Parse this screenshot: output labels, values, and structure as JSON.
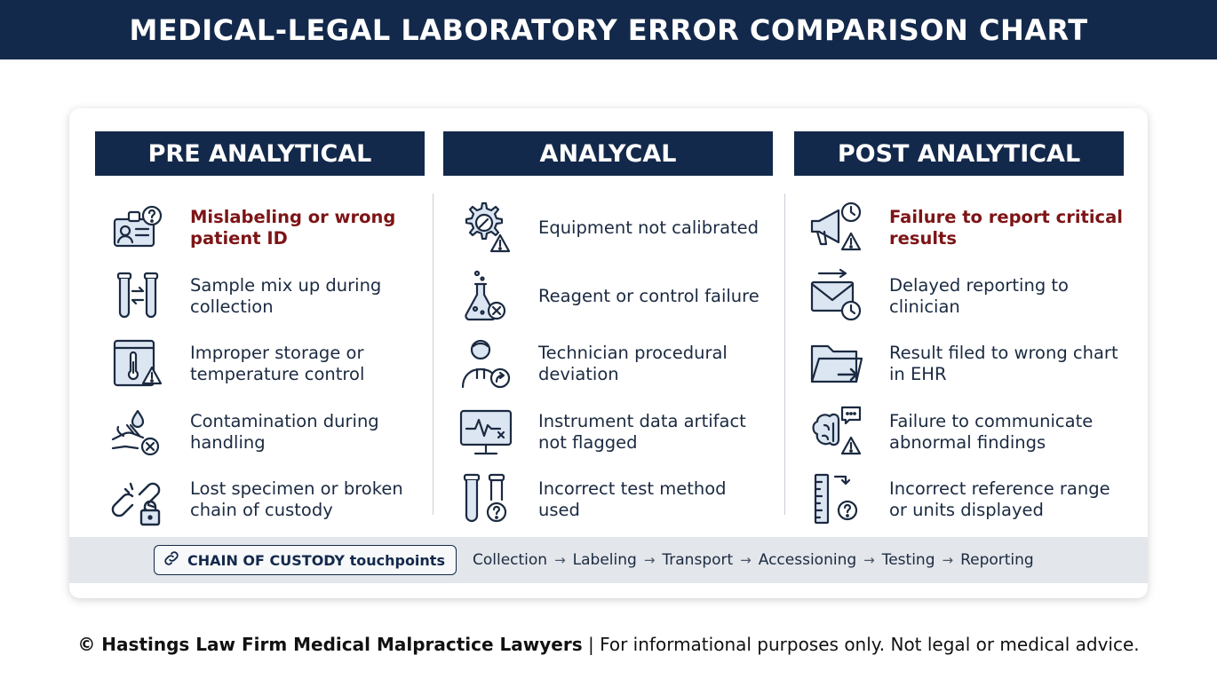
{
  "title": "MEDICAL-LEGAL LABORATORY ERROR COMPARISON CHART",
  "columns": [
    {
      "heading": "PRE ANALYTICAL",
      "items": [
        {
          "text": "Mislabeling or wrong patient ID",
          "highlight": true,
          "icon": "id-badge-question-icon"
        },
        {
          "text": "Sample mix up during collection",
          "highlight": false,
          "icon": "swapped-test-tubes-icon"
        },
        {
          "text": "Improper storage or temperature control",
          "highlight": false,
          "icon": "fridge-thermometer-warning-icon"
        },
        {
          "text": "Contamination during handling",
          "highlight": false,
          "icon": "hand-droplet-x-icon"
        },
        {
          "text": "Lost specimen or broken chain of custody",
          "highlight": false,
          "icon": "broken-chain-lock-icon"
        }
      ]
    },
    {
      "heading": "ANALYCAL",
      "items": [
        {
          "text": "Equipment not calibrated",
          "highlight": false,
          "icon": "gear-wrench-warning-icon"
        },
        {
          "text": "Reagent or control failure",
          "highlight": false,
          "icon": "flask-x-icon"
        },
        {
          "text": "Technician procedural deviation",
          "highlight": false,
          "icon": "technician-arrow-icon"
        },
        {
          "text": "Instrument data artifact not flagged",
          "highlight": false,
          "icon": "monitor-waveform-icon"
        },
        {
          "text": "Incorrect test method used",
          "highlight": false,
          "icon": "test-tubes-question-icon"
        }
      ]
    },
    {
      "heading": "POST ANALYTICAL",
      "items": [
        {
          "text": "Failure to report critical results",
          "highlight": true,
          "icon": "megaphone-clock-warning-icon"
        },
        {
          "text": "Delayed reporting to clinician",
          "highlight": false,
          "icon": "envelope-clock-icon"
        },
        {
          "text": "Result filed to wrong chart in EHR",
          "highlight": false,
          "icon": "folder-arrow-icon"
        },
        {
          "text": "Failure to communicate abnormal findings",
          "highlight": false,
          "icon": "brain-chat-warning-icon"
        },
        {
          "text": "Incorrect reference range or units displayed",
          "highlight": false,
          "icon": "ruler-question-icon"
        }
      ]
    }
  ],
  "chain": {
    "badge": "CHAIN OF CUSTODY touchpoints",
    "steps": [
      "Collection",
      "Labeling",
      "Transport",
      "Accessioning",
      "Testing",
      "Reporting"
    ],
    "arrow": "→"
  },
  "footer": {
    "brand": "© Hastings Law Firm Medical Malpractice Lawyers",
    "note": " | For informational purposes only. Not legal or medical advice."
  },
  "colors": {
    "navy": "#13294b",
    "highlight": "#7d1416",
    "strip": "#e3e6ea"
  }
}
